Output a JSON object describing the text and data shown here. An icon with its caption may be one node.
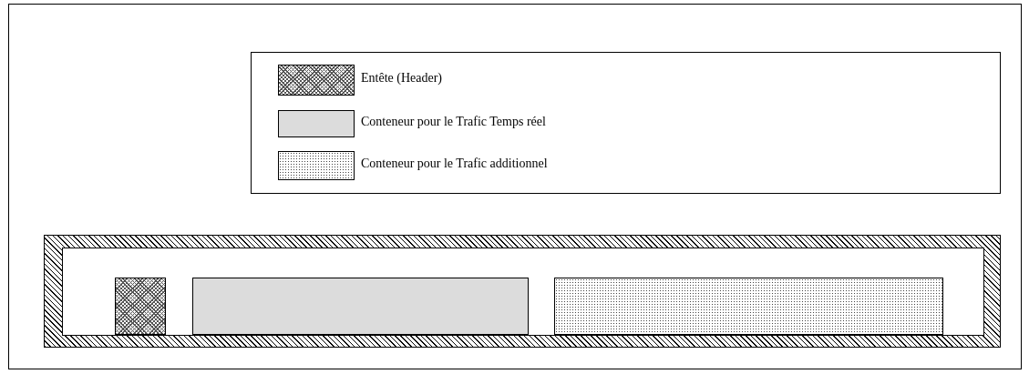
{
  "diagram": {
    "nodes": [
      {
        "text": [],
        "shape": "box"
      },
      {
        "text": [],
        "shape": "box",
        "in": 0
      },
      {
        "text": [],
        "shape": "box",
        "in": 0
      },
      {
        "text": [],
        "shape": "box",
        "in": 0
      }
    ],
    "edges": [],
    "legend": [
      {
        "text": "Entête (Header)"
      },
      {
        "text": "Conteneur pour le Trafic Temps réel",
        "color": "#dcdcdc"
      },
      {
        "text": "Conteneur pour le Trafic additionnel"
      }
    ]
  }
}
